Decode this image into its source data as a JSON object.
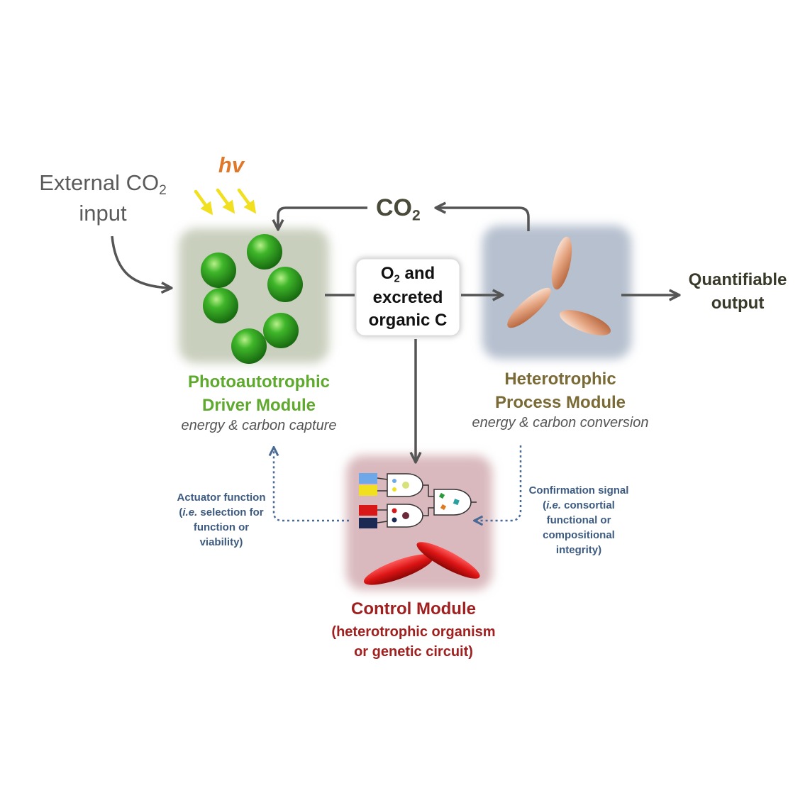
{
  "labels": {
    "external_co2": "External CO",
    "external_co2_sub": "2",
    "external_input": "input",
    "hv": "hv",
    "co2_top": "CO",
    "co2_top_sub": "2",
    "middle_o2": "O",
    "middle_o2_sub": "2",
    "middle_and": " and",
    "middle_line2": "excreted",
    "middle_line3": "organic C",
    "quantifiable_line1": "Quantifiable",
    "quantifiable_line2": "output",
    "photo_title_line1": "Photoautotrophic",
    "photo_title_line2": "Driver Module",
    "photo_subtitle": "energy & carbon capture",
    "hetero_title_line1": "Heterotrophic",
    "hetero_title_line2": "Process Module",
    "hetero_subtitle": "energy & carbon conversion",
    "actuator_line1": "Actuator function",
    "actuator_open": "(",
    "actuator_ie": "i.e.",
    "actuator_line2_rest": " selection for",
    "actuator_line3": "function or",
    "actuator_line4": "viability)",
    "confirm_line1": "Confirmation signal",
    "confirm_open": "(",
    "confirm_ie": "i.e.",
    "confirm_line2_rest": " consortial",
    "confirm_line3": "functional or",
    "confirm_line4": "compositional",
    "confirm_line5": "integrity)",
    "control_title": "Control Module",
    "control_line1": "(heterotrophic organism",
    "control_line2": "or genetic circuit)"
  },
  "colors": {
    "photo_green": "#5ea92e",
    "hetero_olive": "#7a6a35",
    "control_red": "#a02020",
    "signal_blue": "#3d5a80",
    "arrow_gray": "#555555",
    "light_yellow": "#f0e020"
  }
}
